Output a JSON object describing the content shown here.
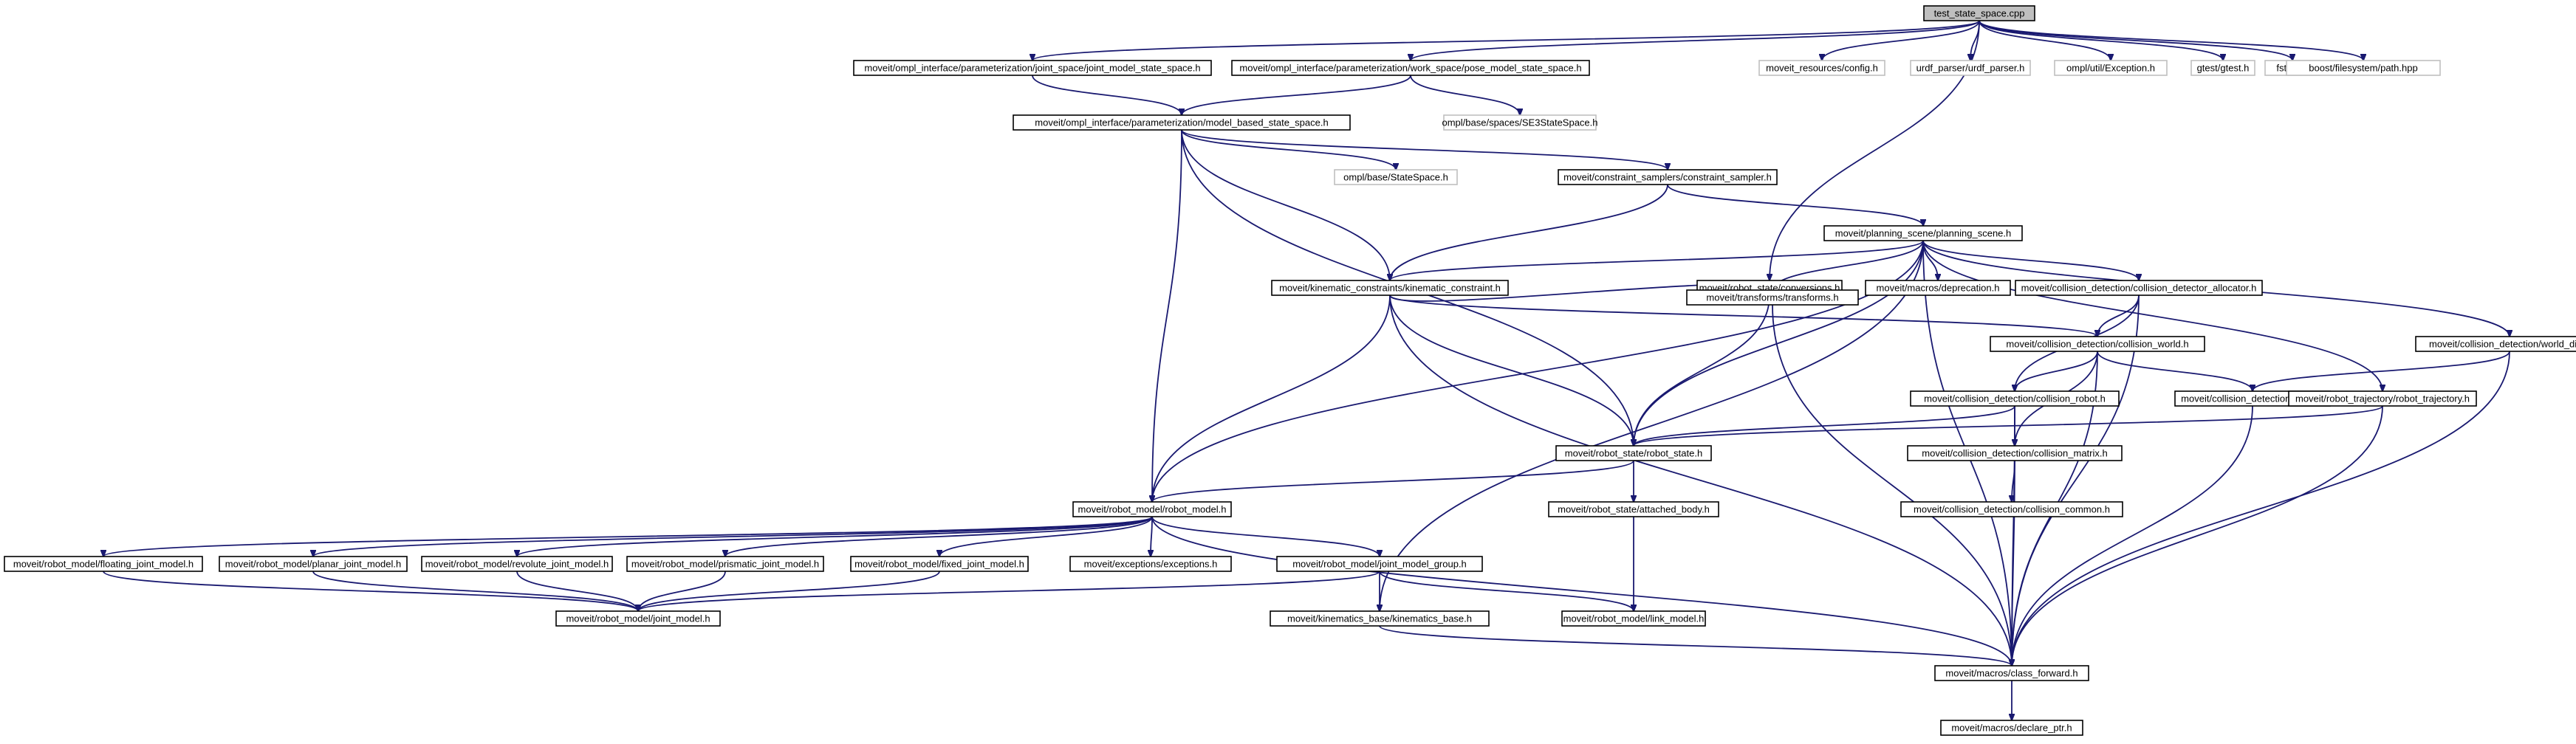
{
  "nodes": {
    "root": "test_state_space.cpp",
    "joint_model_state_space": "moveit/ompl_interface/parameterization/joint_space/joint_model_state_space.h",
    "pose_model_state_space": "moveit/ompl_interface/parameterization/work_space/pose_model_state_space.h",
    "config": "moveit_resources/config.h",
    "urdf_parser": "urdf_parser/urdf_parser.h",
    "ompl_exception": "ompl/util/Exception.h",
    "gtest": "gtest/gtest.h",
    "fstream": "fstream",
    "boost_path": "boost/filesystem/path.hpp",
    "model_based_state_space": "moveit/ompl_interface/parameterization/model_based_state_space.h",
    "se3": "ompl/base/spaces/SE3StateSpace.h",
    "ompl_statespace": "ompl/base/StateSpace.h",
    "constraint_sampler": "moveit/constraint_samplers/constraint_sampler.h",
    "planning_scene": "moveit/planning_scene/planning_scene.h",
    "kinematic_constraint": "moveit/kinematic_constraints/kinematic_constraint.h",
    "conversions": "moveit/robot_state/conversions.h",
    "deprecation": "moveit/macros/deprecation.h",
    "collision_detector_allocator": "moveit/collision_detection/collision_detector_allocator.h",
    "world_diff": "moveit/collision_detection/world_diff.h",
    "transforms": "moveit/transforms/transforms.h",
    "collision_world": "moveit/collision_detection/collision_world.h",
    "collision_robot": "moveit/collision_detection/collision_robot.h",
    "world": "moveit/collision_detection/world.h",
    "robot_trajectory": "moveit/robot_trajectory/robot_trajectory.h",
    "robot_state": "moveit/robot_state/robot_state.h",
    "collision_matrix": "moveit/collision_detection/collision_matrix.h",
    "robot_model": "moveit/robot_model/robot_model.h",
    "attached_body": "moveit/robot_state/attached_body.h",
    "collision_common": "moveit/collision_detection/collision_common.h",
    "floating_joint_model": "moveit/robot_model/floating_joint_model.h",
    "planar_joint_model": "moveit/robot_model/planar_joint_model.h",
    "revolute_joint_model": "moveit/robot_model/revolute_joint_model.h",
    "prismatic_joint_model": "moveit/robot_model/prismatic_joint_model.h",
    "fixed_joint_model": "moveit/robot_model/fixed_joint_model.h",
    "exceptions": "moveit/exceptions/exceptions.h",
    "joint_model_group": "moveit/robot_model/joint_model_group.h",
    "kinematics_base": "moveit/kinematics_base/kinematics_base.h",
    "link_model": "moveit/robot_model/link_model.h",
    "joint_model": "moveit/robot_model/joint_model.h",
    "class_forward": "moveit/macros/class_forward.h",
    "declare_ptr": "moveit/macros/declare_ptr.h"
  },
  "colors": {
    "edge": "#191970",
    "root_fill": "#bfbfbf",
    "external_border": "#bfbfbf",
    "node_border": "#000000"
  }
}
